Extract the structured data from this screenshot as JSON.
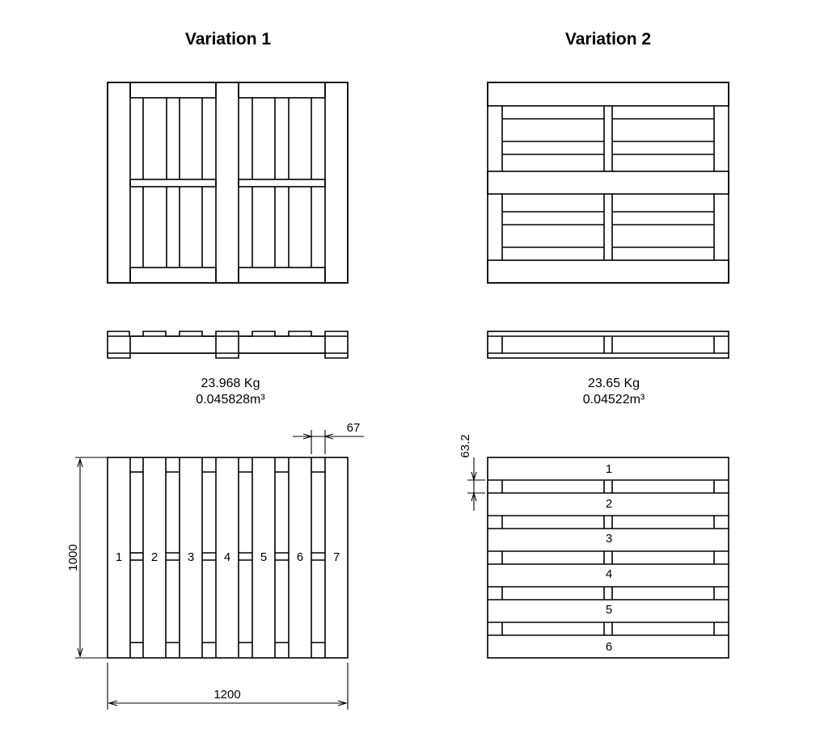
{
  "variation1": {
    "title": "Variation 1",
    "weight": "23.968 Kg",
    "volume": "0.045828m³",
    "board_labels": [
      "1",
      "2",
      "3",
      "4",
      "5",
      "6",
      "7"
    ],
    "dim_width": "1200",
    "dim_height": "1000",
    "dim_gap": "67"
  },
  "variation2": {
    "title": "Variation 2",
    "weight": "23.65 Kg",
    "volume": "0.04522m³",
    "board_labels": [
      "1",
      "2",
      "3",
      "4",
      "5",
      "6"
    ],
    "dim_board": "63.2"
  }
}
